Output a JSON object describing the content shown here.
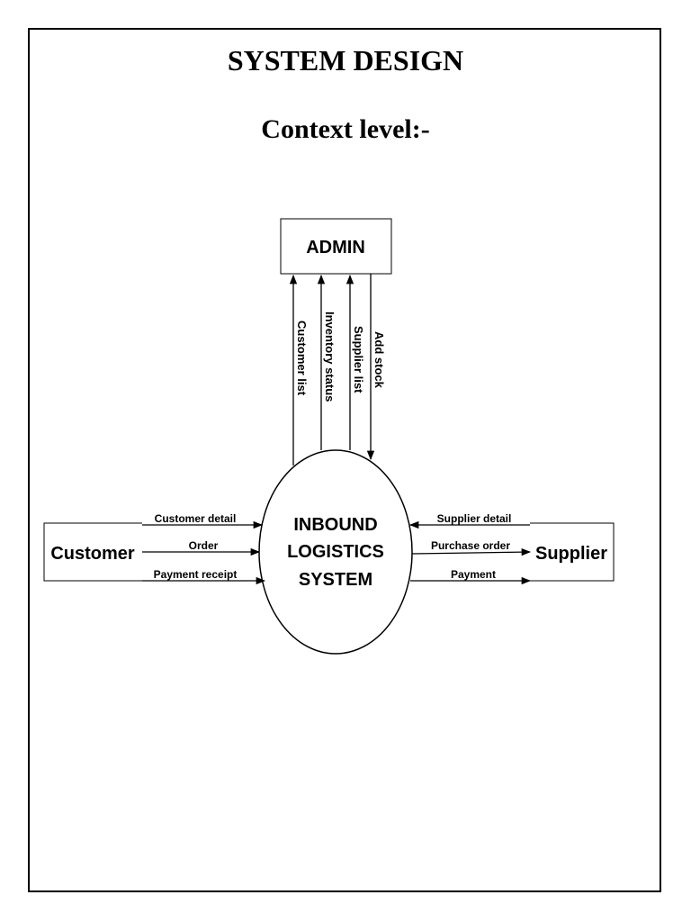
{
  "page": {
    "title": "SYSTEM DESIGN",
    "subtitle": "Context level:-"
  },
  "diagram": {
    "entities": {
      "admin": "ADMIN",
      "customer": "Customer",
      "supplier": "Supplier"
    },
    "process": {
      "line1": "INBOUND",
      "line2": "LOGISTICS",
      "line3": "SYSTEM"
    },
    "flows": {
      "customer_list": "Customer list",
      "inventory_status": "Inventory status",
      "supplier_list": "Supplier list",
      "add_stock": "Add stock",
      "customer_detail": "Customer detail",
      "order": "Order",
      "payment_receipt": "Payment receipt",
      "supplier_detail": "Supplier detail",
      "purchase_order": "Purchase order",
      "payment": "Payment"
    },
    "colors": {
      "stroke": "#000000",
      "background": "#ffffff"
    }
  }
}
